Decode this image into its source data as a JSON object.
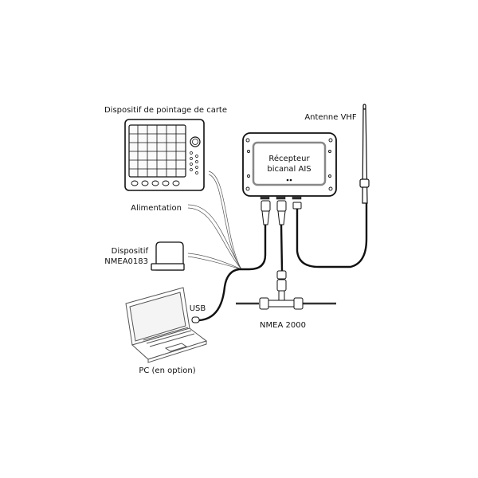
{
  "labels": {
    "chartplotter": "Dispositif de pointage de carte",
    "antenna": "Antenne VHF",
    "receiver_line1": "Récepteur",
    "receiver_line2": "bicanal AIS",
    "power": "Alimentation",
    "nmea0183_line1": "Dispositif",
    "nmea0183_line2": "NMEA0183",
    "usb": "USB",
    "nmea2000": "NMEA 2000",
    "pc": "PC (en option)"
  }
}
